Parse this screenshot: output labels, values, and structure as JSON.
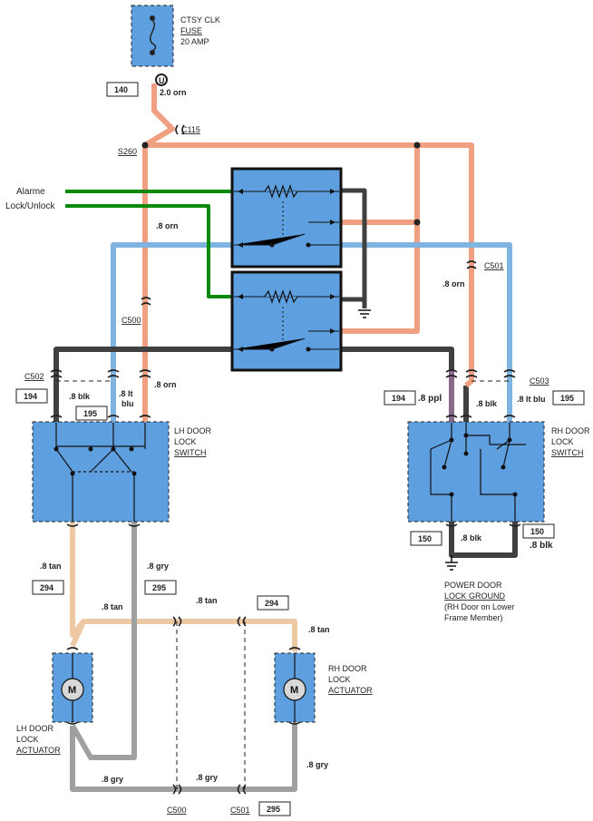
{
  "fuse": {
    "lines": [
      "CTSY CLK",
      "FUSE",
      "20 AMP"
    ],
    "box": "140",
    "wire": "2.0 orn"
  },
  "connectors": {
    "c115": "C115",
    "s260": "S260",
    "c500": "C500",
    "c501": "C501",
    "c502": "C502",
    "c503": "C503"
  },
  "alarm": {
    "line1": "Alarme",
    "line2": "Lock/Unlock"
  },
  "wires": {
    "orn_08": ".8 orn",
    "lt": ".8 lt",
    "blu": "blu",
    "blk_08": ".8 blk",
    "ppl_08": ".8 ppl",
    "ltblu_08": ".8 lt blu",
    "tan_08": ".8 tan",
    "gry_08": ".8 gry"
  },
  "boxes": {
    "b194": "194",
    "b195": "195",
    "b150": "150",
    "b294": "294",
    "b295": "295"
  },
  "lh_switch": {
    "lines": [
      "LH DOOR",
      "LOCK",
      "SWITCH"
    ]
  },
  "rh_switch": {
    "lines": [
      "RH DOOR",
      "LOCK",
      "SWITCH"
    ]
  },
  "ground": {
    "lines": [
      "POWER DOOR",
      "LOCK GROUND"
    ],
    "note": [
      "(RH Door on Lower",
      "Frame Member)"
    ]
  },
  "lh_actuator": {
    "lines": [
      "LH DOOR",
      "LOCK",
      "ACTUATOR"
    ]
  },
  "rh_actuator": {
    "lines": [
      "RH DOOR",
      "LOCK",
      "ACTUATOR"
    ]
  },
  "motor": "M",
  "colors": {
    "orange": "#f0a080",
    "blue": "#7fb3e0",
    "black": "#404040",
    "green": "#0a8a0a",
    "tan": "#ecc9a3",
    "gray": "#a0a0a0",
    "purple": "#8a6a8a",
    "component": "#5e9fe0"
  }
}
